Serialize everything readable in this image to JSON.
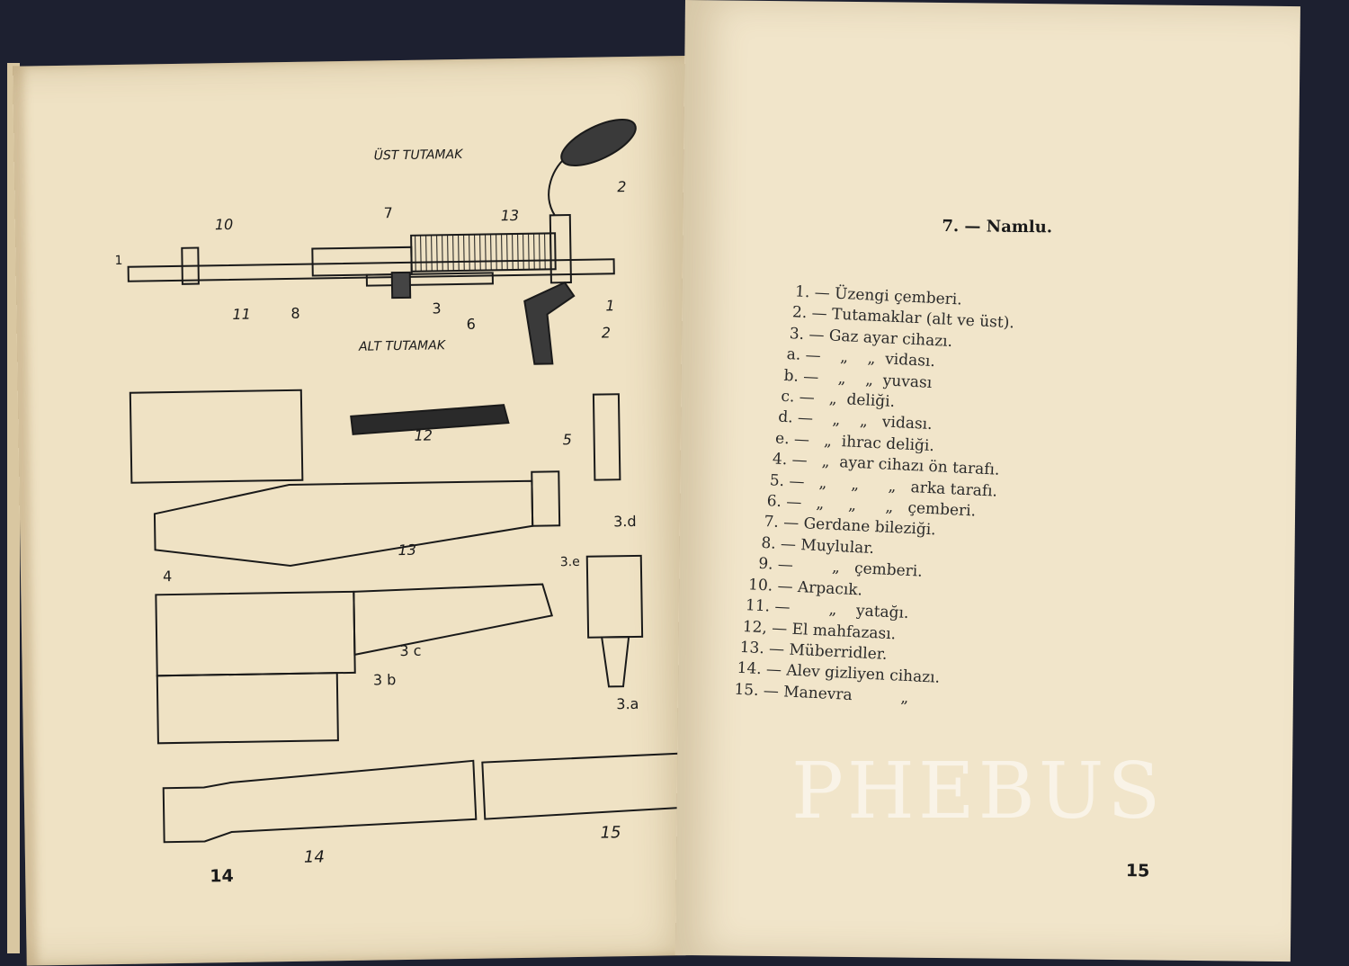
{
  "left_page": {
    "page_number": "14",
    "labels": {
      "ust_tutamak": "ÜST TUTAMAK",
      "alt_tutamak": "ALT TUTAMAK",
      "n1a": "1",
      "n1b": "1",
      "n2a": "2",
      "n2b": "2",
      "n3": "3",
      "n6": "6",
      "n7": "7",
      "n8": "8",
      "n10": "10",
      "n11": "11",
      "n13": "13",
      "n12": "12",
      "n13b": "13",
      "n5": "5",
      "n4": "4",
      "n3d": "3.d",
      "n3e": "3.e",
      "n3c": "3 c",
      "n3b": "3 b",
      "n3a": "3.a",
      "n14": "14",
      "n15": "15"
    }
  },
  "right_page": {
    "page_number": "15",
    "heading": "7. — Namlu.",
    "items": [
      "1. — Üzengi çemberi.",
      "2. — Tutamaklar (alt ve üst).",
      "3. — Gaz ayar cihazı.",
      "a. —    „    „  vidası.",
      "b. —    „    „  yuvası",
      "c. —   „  deliği.",
      "d. —    „    „   vidası.",
      "e. —   „  ihrac deliği.",
      "4. —   „  ayar cihazı ön tarafı.",
      "5. —   „     „      „   arka tarafı.",
      "6. —   „     „      „   çemberi.",
      "7. — Gerdane bileziği.",
      "8. — Muylular.",
      "9. —        „   çemberi.",
      "10. — Arpacık.",
      "11. —        „    yatağı.",
      "12, — El mahfazası.",
      "13. — Müberridler.",
      "14. — Alev gizliyen cihazı.",
      "15. — Manevra          „"
    ]
  },
  "watermark": "PHEBUS"
}
